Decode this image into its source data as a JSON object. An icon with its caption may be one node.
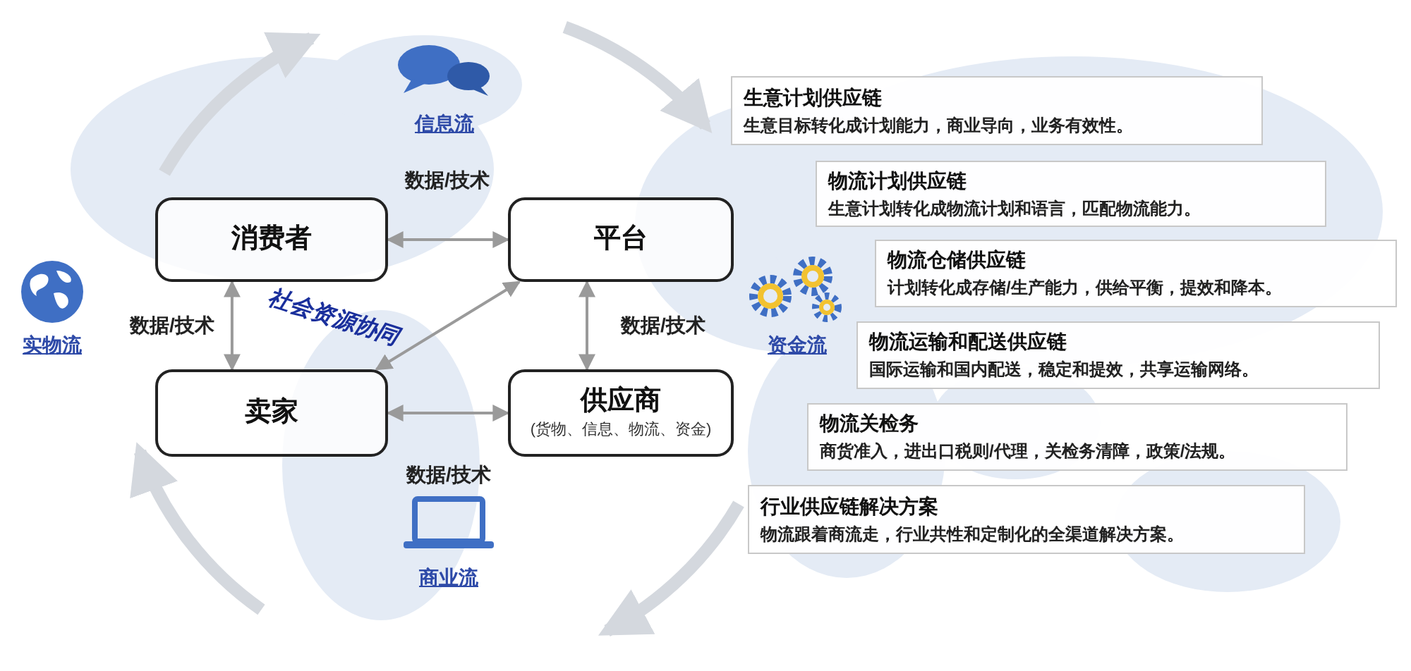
{
  "diagram": {
    "nodes": [
      {
        "text": [
          "消费者"
        ]
      },
      {
        "text": [
          "平台"
        ]
      },
      {
        "text": [
          "卖家"
        ]
      },
      {
        "text": [
          "供应商",
          "(货物、信息、物流、资金)"
        ]
      },
      {
        "text": [
          "生意计划供应链",
          "生意目标转化成计划能力，商业导向，业务有效性。"
        ]
      },
      {
        "text": [
          "物流计划供应链",
          "生意计划转化成物流计划和语言，匹配物流能力。"
        ]
      },
      {
        "text": [
          "物流仓储供应链",
          "计划转化成存储/生产能力，供给平衡，提效和降本。"
        ]
      },
      {
        "text": [
          "物流运输和配送供应链",
          "国际运输和国内配送，稳定和提效，共享运输网络。"
        ]
      },
      {
        "text": [
          "物流关检务",
          "商货准入，进出口税则/代理，关检务清障，政策/法规。"
        ]
      },
      {
        "text": [
          "行业供应链解决方案",
          "物流跟着商流走，行业共性和定制化的全渠道解决方案。"
        ]
      }
    ],
    "edges": [
      {
        "from": 0,
        "to": 1,
        "arrow": "both",
        "label": "数据/技术"
      },
      {
        "from": 0,
        "to": 2,
        "arrow": "both",
        "label": "数据/技术"
      },
      {
        "from": 1,
        "to": 3,
        "arrow": "both",
        "label": "数据/技术"
      },
      {
        "from": 2,
        "to": 3,
        "arrow": "both",
        "label": "数据/技术"
      },
      {
        "from": 1,
        "to": 2,
        "arrow": "both"
      }
    ],
    "labels": [
      "信息流",
      "实物流",
      "资金流",
      "商业流",
      "社会资源协同"
    ]
  }
}
